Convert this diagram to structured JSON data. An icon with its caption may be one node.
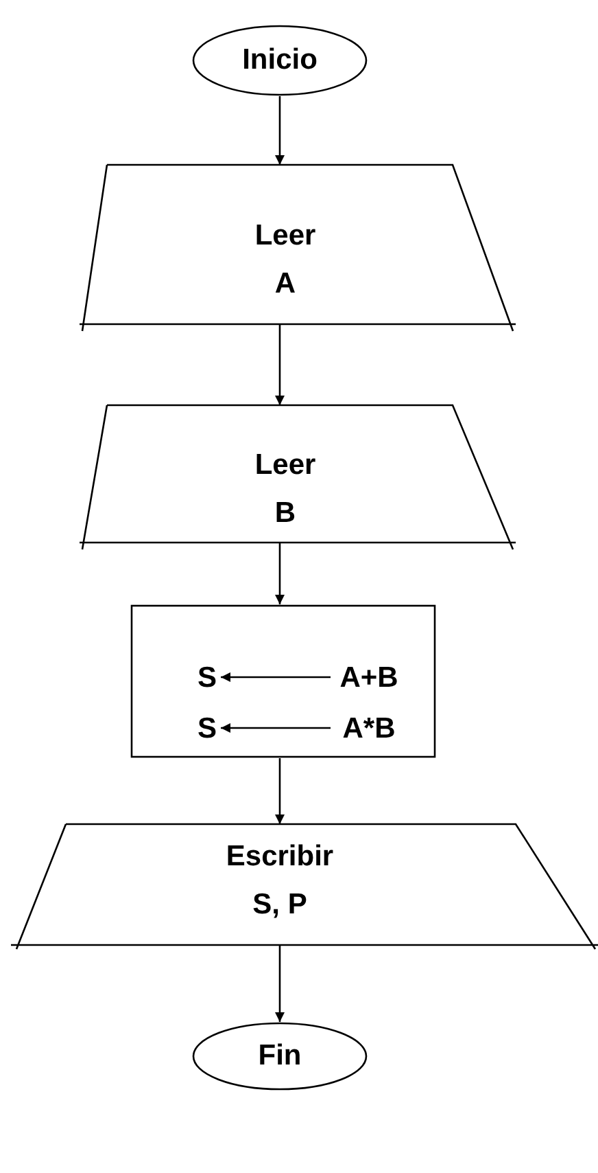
{
  "diagram": {
    "nodes": [
      {
        "text": [
          "Inicio"
        ]
      },
      {
        "text": [
          "Leer A"
        ]
      },
      {
        "text": [
          "Leer B"
        ]
      },
      {
        "text": [],
        "shape": "box"
      },
      {
        "text": [
          "S"
        ],
        "in": 3
      },
      {
        "text": [
          "A+B"
        ],
        "in": 3
      },
      {
        "text": [
          "S"
        ],
        "in": 3
      },
      {
        "text": [
          "A*B"
        ],
        "in": 3
      },
      {
        "text": [
          "Escribir S, P"
        ]
      },
      {
        "text": [
          "Fin"
        ]
      }
    ],
    "edges": [
      {
        "from": 0,
        "to": 1,
        "arrow": "to"
      },
      {
        "from": 1,
        "to": 2,
        "arrow": "to"
      },
      {
        "from": 2,
        "to": 3,
        "arrow": "to"
      },
      {
        "from": 5,
        "to": 4,
        "arrow": "to"
      },
      {
        "from": 7,
        "to": 6,
        "arrow": "to"
      },
      {
        "from": 3,
        "to": 8,
        "arrow": "to"
      },
      {
        "from": 8,
        "to": 9,
        "arrow": "to"
      }
    ]
  }
}
